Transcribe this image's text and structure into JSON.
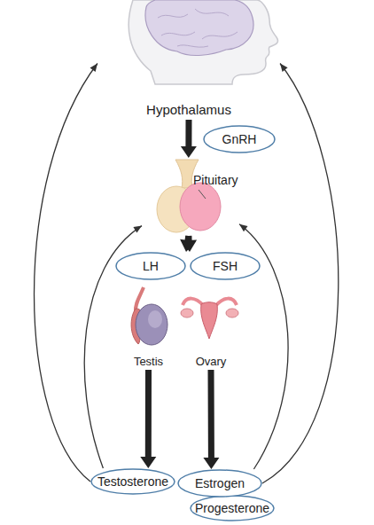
{
  "diagram": {
    "nodes": [
      {
        "text": [
          "Hypothalamus"
        ]
      },
      {
        "text": [
          "GnRH"
        ]
      },
      {
        "text": [
          "Pituitary"
        ]
      },
      {
        "text": [
          "LH"
        ]
      },
      {
        "text": [
          "FSH"
        ]
      },
      {
        "text": [
          "Testis"
        ]
      },
      {
        "text": [
          "Ovary"
        ]
      },
      {
        "text": [
          "Testosterone"
        ]
      },
      {
        "text": [
          "Estrogen"
        ]
      },
      {
        "text": [
          "Progesterone"
        ]
      }
    ],
    "edges": [
      {
        "from": 0,
        "to": 2,
        "arrow": "to"
      },
      {
        "from": 2,
        "to": 3,
        "arrow": "to"
      },
      {
        "from": 2,
        "to": 4,
        "arrow": "to"
      },
      {
        "from": 5,
        "to": 7,
        "arrow": "to"
      },
      {
        "from": 6,
        "to": 8,
        "arrow": "to"
      },
      {
        "from": 7,
        "to": 0,
        "arrow": "to"
      },
      {
        "from": 7,
        "to": 2,
        "arrow": "to"
      },
      {
        "from": 8,
        "to": 2,
        "arrow": "to"
      },
      {
        "from": 8,
        "to": 0,
        "arrow": "to"
      }
    ]
  }
}
